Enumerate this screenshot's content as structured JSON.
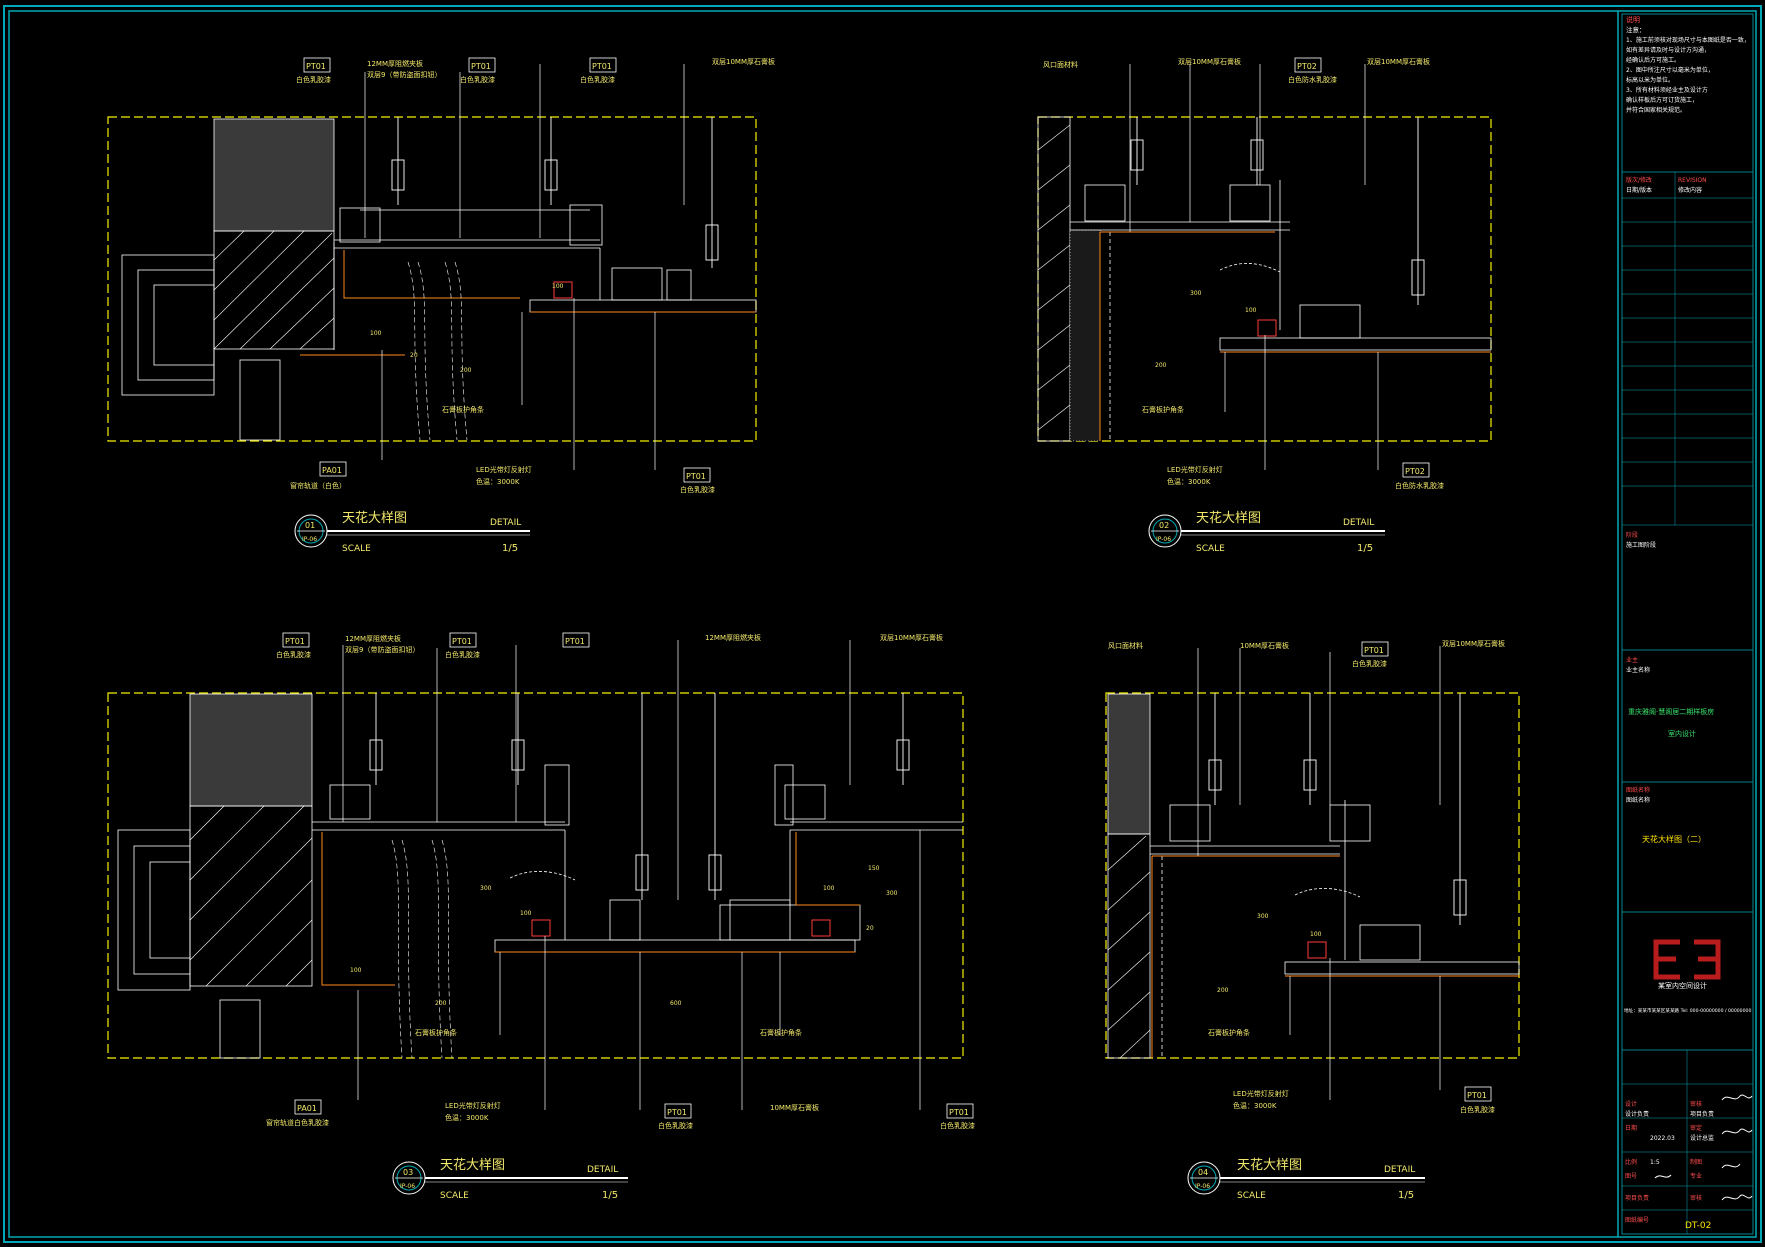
{
  "colors": {
    "background": "#000000",
    "frame": "#00a9b5",
    "linework": "#ffffff",
    "dim_box": "#f5f000",
    "text": "#f2e96b",
    "accent_red": "#ff3b3b",
    "orange": "#ff8a1e",
    "dark_block": "#3a3a3a"
  },
  "details": [
    {
      "number": "01",
      "ref": "IP-06",
      "title": "天花大样图",
      "label": "DETAIL",
      "scale_label": "SCALE",
      "scale": "1/5",
      "tags": [
        "PT01",
        "PT01",
        "PT01",
        "PA01",
        "PT01"
      ],
      "notes": [
        "12MM厚阻燃夹板",
        "双层9（带防盗面扣钮）",
        "白色乳胶漆",
        "白色乳胶漆",
        "白色乳胶漆",
        "双层10MM厚石膏板",
        "窗帘轨道（白色）",
        "石膏板护角条",
        "LED光带灯反射灯",
        "色温：3000K",
        "白色乳胶漆"
      ],
      "dims": [
        "100",
        "100",
        "20",
        "200"
      ]
    },
    {
      "number": "02",
      "ref": "IP-06",
      "title": "天花大样图",
      "label": "DETAIL",
      "scale_label": "SCALE",
      "scale": "1/5",
      "tags": [
        "PT02",
        "PT02"
      ],
      "notes": [
        "风口面材料",
        "双层10MM厚石膏板",
        "白色防水乳胶漆",
        "双层10MM厚石膏板",
        "石膏板护角条",
        "LED光带灯反射灯",
        "色温：3000K",
        "白色防水乳胶漆"
      ],
      "dims": [
        "300",
        "100",
        "200"
      ]
    },
    {
      "number": "03",
      "ref": "IP-06",
      "title": "天花大样图",
      "label": "DETAIL",
      "scale_label": "SCALE",
      "scale": "1/5",
      "tags": [
        "PT01",
        "PT01",
        "PT01",
        "PA01",
        "PT01",
        "PT01"
      ],
      "notes": [
        "12MM厚阻燃夹板",
        "双层9（带防盗面扣钮）",
        "白色乳胶漆",
        "白色乳胶漆",
        "12MM厚阻燃夹板",
        "双层10MM厚石膏板",
        "石膏板护角条",
        "石膏板护角条",
        "窗帘轨道白色乳胶漆",
        "LED光带灯反射灯",
        "色温：3000K",
        "白色乳胶漆",
        "10MM厚石膏板",
        "白色乳胶漆"
      ],
      "dims": [
        "100",
        "100",
        "200",
        "600",
        "100",
        "300",
        "150",
        "300",
        "20"
      ]
    },
    {
      "number": "04",
      "ref": "IP-06",
      "title": "天花大样图",
      "label": "DETAIL",
      "scale_label": "SCALE",
      "scale": "1/5",
      "tags": [
        "PT01",
        "PT01"
      ],
      "notes": [
        "风口面材料",
        "10MM厚石膏板",
        "白色乳胶漆",
        "双层10MM厚石膏板",
        "石膏板护角条",
        "LED光带灯反射灯",
        "色温：3000K",
        "白色乳胶漆"
      ],
      "dims": [
        "300",
        "100",
        "200"
      ]
    }
  ],
  "title_block": {
    "notes_header": "说明",
    "notes_sub": "注意：",
    "notes": [
      "1、施工前须核对现场尺寸与本图纸是否一致，",
      "如有差异请及时与设计方沟通，",
      "经确认后方可施工。",
      "2、图中所注尺寸以毫米为单位，",
      "标高以米为单位。",
      "3、所有材料须经业主及设计方",
      "确认样板后方可订货施工，",
      "并符合国家相关规范。"
    ],
    "rev_header_left": "版次/修改",
    "rev_header_right": "REVISION",
    "rev_left": "日期/版本",
    "rev_right": "修改内容",
    "stage_header": "阶段",
    "stage_value": "施工图阶段",
    "client_header": "业主",
    "client_value": "业主名称",
    "project_name": "重庆雅阁·慧阁居二期样板房",
    "project_sub": "室内设计",
    "drawing_header": "图纸名称",
    "drawing_sub": "图纸名称",
    "drawing_name": "天花大样图（二）",
    "company_name": "某室内空间设计",
    "address": "地址：某某市某某区某某路 Tel: 000-00000000 / 00000000",
    "rows": [
      {
        "l": "设计",
        "v": "设计负责",
        "r": "审核",
        "r2": "项目负责"
      },
      {
        "l": "日期",
        "v": "2022.03",
        "r": "审定",
        "r2": "设计总监"
      },
      {
        "l": "比例",
        "v": "1:5",
        "r": "制图",
        "r2": ""
      },
      {
        "l": "图号",
        "v": "",
        "r": "专业",
        "r2": ""
      },
      {
        "l": "项目负责",
        "v": "",
        "r": "审核",
        "r2": ""
      }
    ],
    "sheet_label": "图纸编号",
    "sheet_no": "DT-02"
  }
}
